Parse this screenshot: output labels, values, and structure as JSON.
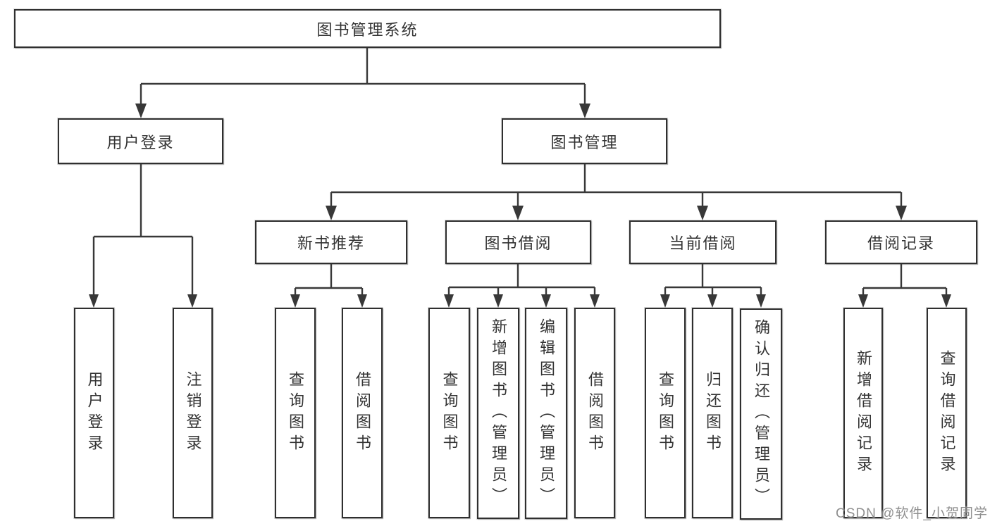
{
  "diagram_type": "hierarchy-tree",
  "colors": {
    "background": "#ffffff",
    "line": "#383838",
    "box_border": "#2f2f2f",
    "text": "#333333",
    "watermark": "#808080"
  },
  "watermark": "CSDN @软件_小贺同学",
  "tree": {
    "label": "图书管理系统",
    "children": [
      {
        "label": "用户登录",
        "children": [
          {
            "label": "用户登录"
          },
          {
            "label": "注销登录"
          }
        ]
      },
      {
        "label": "图书管理",
        "children": [
          {
            "label": "新书推荐",
            "children": [
              {
                "label": "查询图书"
              },
              {
                "label": "借阅图书"
              }
            ]
          },
          {
            "label": "图书借阅",
            "children": [
              {
                "label": "查询图书"
              },
              {
                "label": "新增图书（管理员）"
              },
              {
                "label": "编辑图书（管理员）"
              },
              {
                "label": "借阅图书"
              }
            ]
          },
          {
            "label": "当前借阅",
            "children": [
              {
                "label": "查询图书"
              },
              {
                "label": "归还图书"
              },
              {
                "label": "确认归还（管理员）"
              }
            ]
          },
          {
            "label": "借阅记录",
            "children": [
              {
                "label": "新增借阅记录"
              },
              {
                "label": "查询借阅记录"
              }
            ]
          }
        ]
      }
    ]
  }
}
